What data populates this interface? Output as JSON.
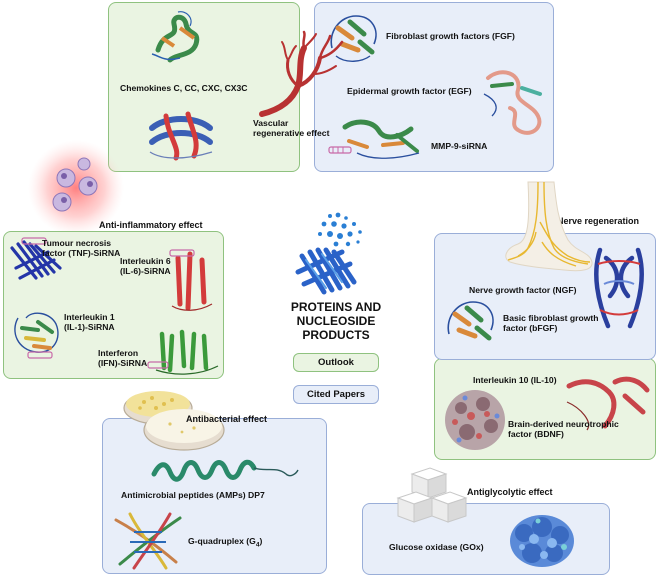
{
  "center": {
    "title_line1": "PROTEINS AND",
    "title_line2": "NUCLEOSIDE",
    "title_line3": "PRODUCTS",
    "outlook_label": "Outlook",
    "cited_label": "Cited Papers"
  },
  "vascular": {
    "effect_line1": "Vascular",
    "effect_line2": "regenerative effect",
    "chemokines": "Chemokines C, CC, CXC, CX3C",
    "fgf": "Fibroblast growth factors (FGF)",
    "egf": "Epidermal growth factor (EGF)",
    "mmp": "MMP-9-siRNA"
  },
  "anti_inflammatory": {
    "header": "Anti-inflammatory effect",
    "tnf_line1": "Tumour necrosis",
    "tnf_line2": "factor (TNF)-SiRNA",
    "il6_line1": "Interleukin 6",
    "il6_line2": "(IL-6)-SiRNA",
    "il1_line1": "Interleukin 1",
    "il1_line2": "(IL-1)-SiRNA",
    "ifn_line1": "Interferon",
    "ifn_line2": "(IFN)-SiRNA"
  },
  "nerve": {
    "header": "Nerve regeneration",
    "ngf": "Nerve growth factor (NGF)",
    "bfgf_line1": "Basic fibroblast growth",
    "bfgf_line2": "factor (bFGF)",
    "il10": "Interleukin 10 (IL-10)",
    "bdnf_line1": "Brain-derived neurotrophic",
    "bdnf_line2": "factor (BDNF)"
  },
  "antibacterial": {
    "header": "Antibacterial effect",
    "amp": "Antimicrobial peptides (AMPs) DP7",
    "g4_text": "G-quadruplex (G",
    "g4_sub": "4",
    "g4_close": ")"
  },
  "antiglycolytic": {
    "header": "Antiglycolytic effect",
    "gox": "Glucose oxidase (GOx)"
  }
}
